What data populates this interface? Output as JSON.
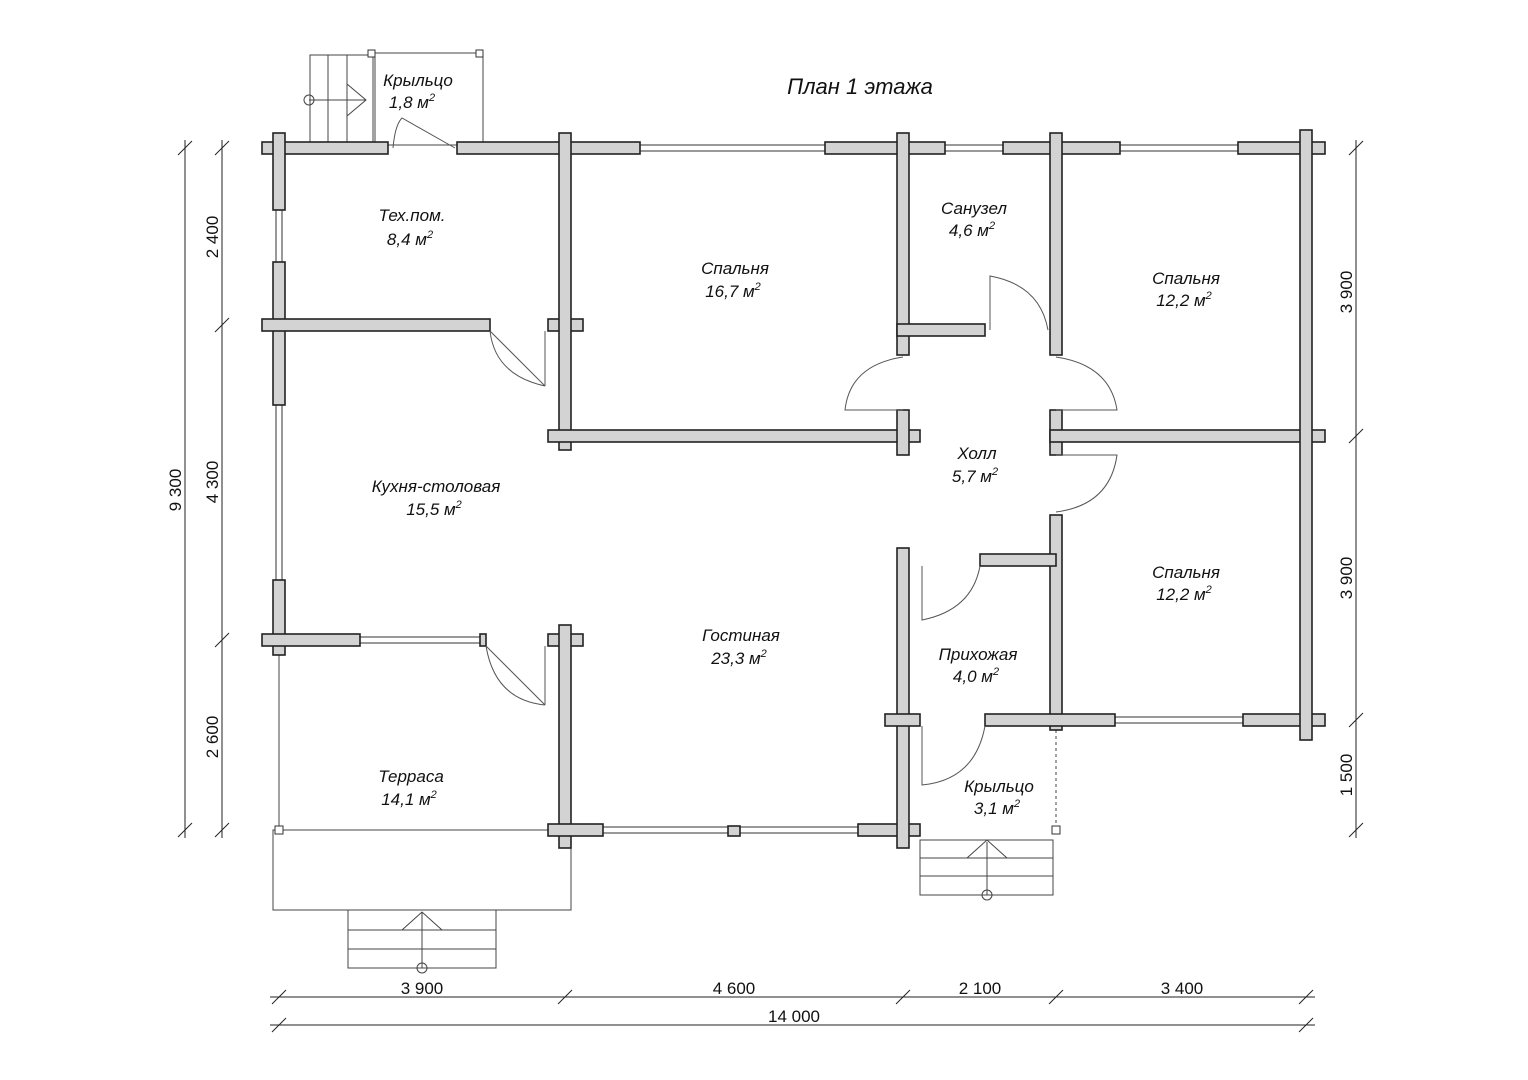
{
  "title": "План 1 этажа",
  "rooms": [
    {
      "name": "Крыльцо",
      "area": "1,8 м",
      "sup": "2"
    },
    {
      "name": "Тех.пом.",
      "area": "8,4 м",
      "sup": "2"
    },
    {
      "name": "Спальня",
      "area": "16,7 м",
      "sup": "2"
    },
    {
      "name": "Санузел",
      "area": "4,6 м",
      "sup": "2"
    },
    {
      "name": "Спальня",
      "area": "12,2 м",
      "sup": "2"
    },
    {
      "name": "Холл",
      "area": "5,7 м",
      "sup": "2"
    },
    {
      "name": "Кухня-столовая",
      "area": "15,5 м",
      "sup": "2"
    },
    {
      "name": "Спальня",
      "area": "12,2 м",
      "sup": "2"
    },
    {
      "name": "Гостиная",
      "area": "23,3 м",
      "sup": "2"
    },
    {
      "name": "Прихожая",
      "area": "4,0 м",
      "sup": "2"
    },
    {
      "name": "Терраса",
      "area": "14,1 м",
      "sup": "2"
    },
    {
      "name": "Крыльцо",
      "area": "3,1 м",
      "sup": "2"
    }
  ],
  "dimensions": {
    "left_total": "9 300",
    "left": [
      "2 400",
      "4 300",
      "2 600"
    ],
    "right": [
      "3 900",
      "3 900",
      "1 500"
    ],
    "bottom": [
      "3 900",
      "4 600",
      "2 100",
      "3 400"
    ],
    "bottom_total": "14 000"
  }
}
